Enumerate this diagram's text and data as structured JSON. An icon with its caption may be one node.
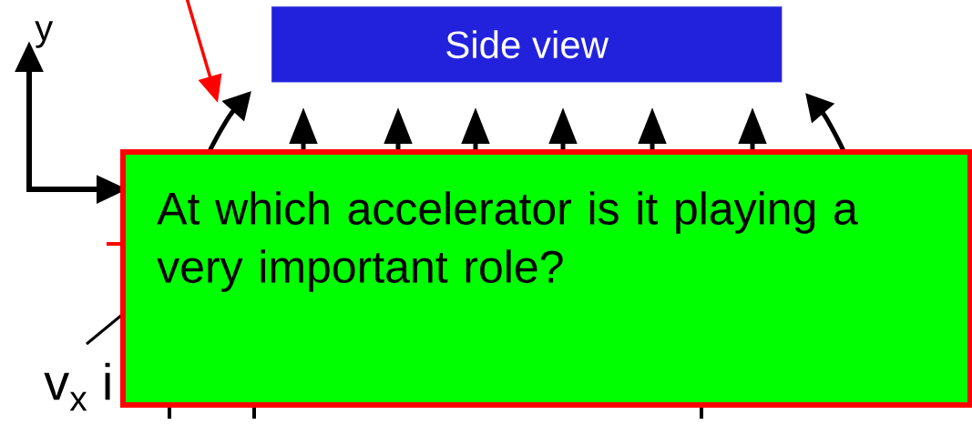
{
  "diagram": {
    "nodes": [
      {
        "text": [
          "Side view"
        ]
      },
      {
        "text": [
          "At which accelerator is it playing a very important role?"
        ]
      }
    ],
    "labels": [
      "y",
      "v$_{x}$ i"
    ]
  }
}
